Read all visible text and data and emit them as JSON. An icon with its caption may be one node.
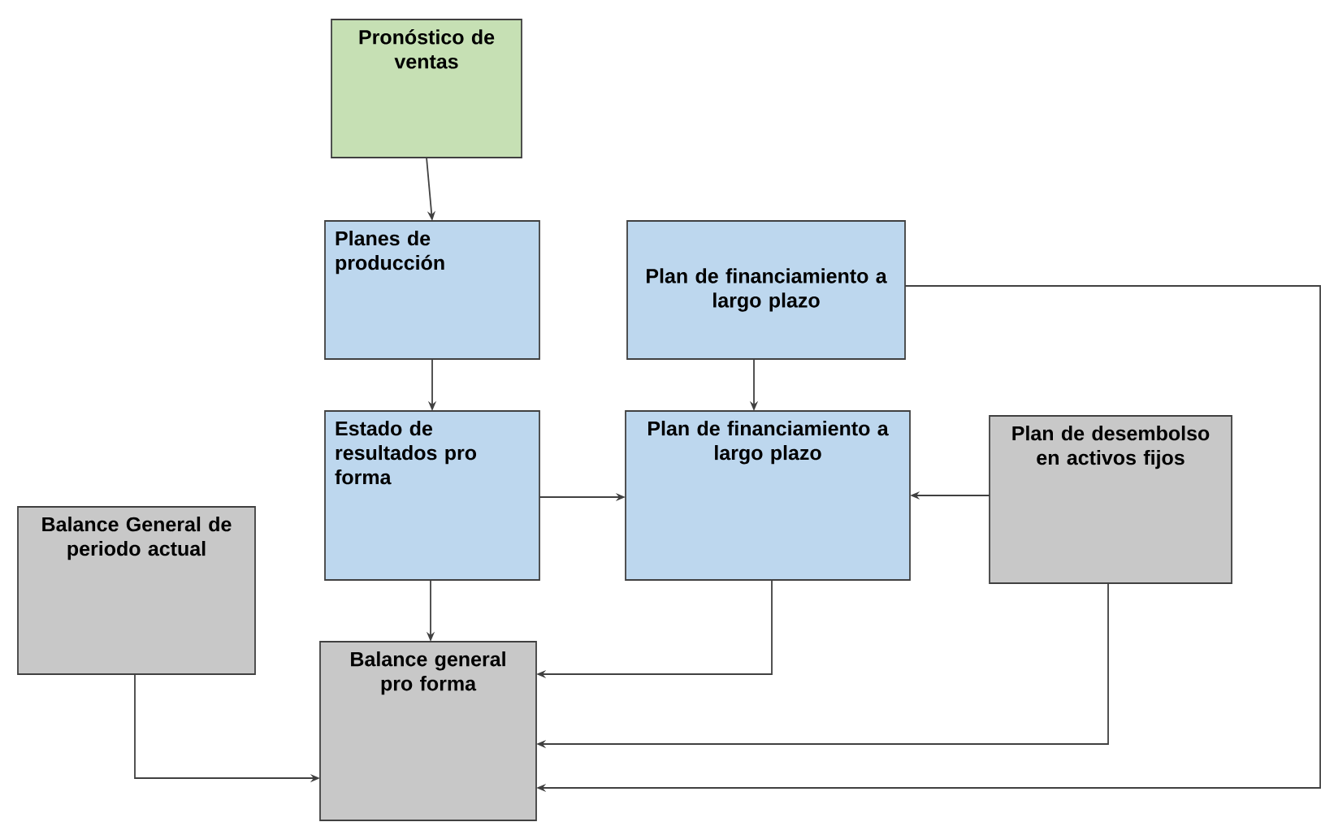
{
  "diagram": {
    "nodes": [
      {
        "text": [
          "Pronóstico de ventas"
        ]
      },
      {
        "text": [
          "Planes de producción"
        ]
      },
      {
        "text": [
          "Plan de financiamiento a largo plazo"
        ]
      },
      {
        "text": [
          "Estado de resultados pro forma"
        ]
      },
      {
        "text": [
          "Plan de financiamiento a largo plazo"
        ]
      },
      {
        "text": [
          "Plan de desembolso en activos fijos"
        ]
      },
      {
        "text": [
          "Balance General de periodo actual"
        ]
      },
      {
        "text": [
          "Balance general pro forma"
        ]
      }
    ],
    "edges": [
      {
        "from": 0,
        "to": 1,
        "arrow": "to"
      },
      {
        "from": 1,
        "to": 3,
        "arrow": "to"
      },
      {
        "from": 2,
        "to": 4,
        "arrow": "to"
      },
      {
        "from": 3,
        "to": 4,
        "arrow": "to"
      },
      {
        "from": 5,
        "to": 4,
        "arrow": "to"
      },
      {
        "from": 3,
        "to": 7,
        "arrow": "to"
      },
      {
        "from": 4,
        "to": 7,
        "arrow": "to"
      },
      {
        "from": 5,
        "to": 7,
        "arrow": "to"
      },
      {
        "from": 6,
        "to": 7,
        "arrow": "to"
      },
      {
        "from": 2,
        "to": 7,
        "arrow": "to"
      }
    ]
  }
}
